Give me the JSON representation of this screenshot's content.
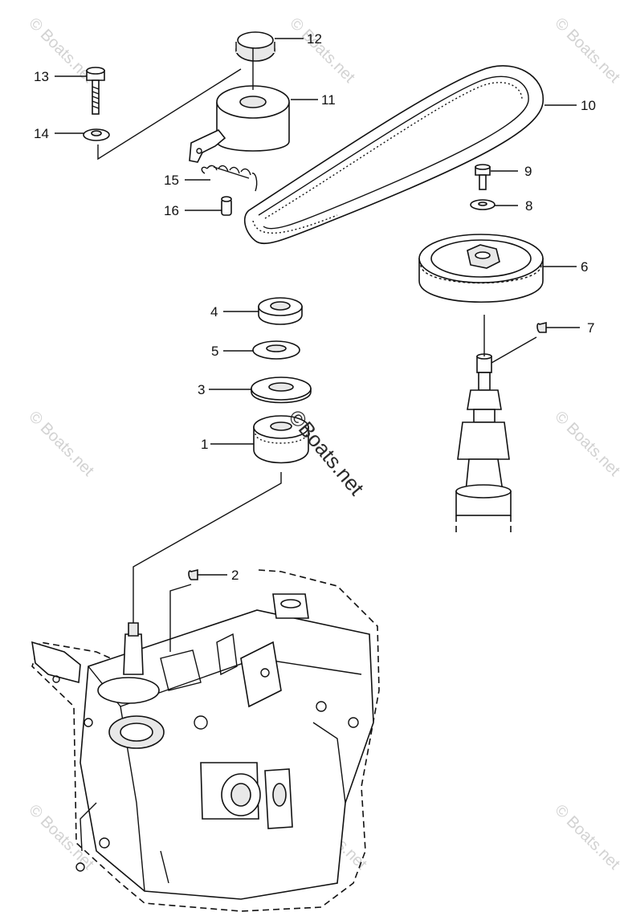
{
  "watermark": {
    "text": "© Boats.net",
    "center_text": "©Boats.net"
  },
  "callouts": [
    {
      "id": "1",
      "label": "1"
    },
    {
      "id": "2",
      "label": "2"
    },
    {
      "id": "3",
      "label": "3"
    },
    {
      "id": "4",
      "label": "4"
    },
    {
      "id": "5",
      "label": "5"
    },
    {
      "id": "6",
      "label": "6"
    },
    {
      "id": "7",
      "label": "7"
    },
    {
      "id": "8",
      "label": "8"
    },
    {
      "id": "9",
      "label": "9"
    },
    {
      "id": "10",
      "label": "10"
    },
    {
      "id": "11",
      "label": "11"
    },
    {
      "id": "12",
      "label": "12"
    },
    {
      "id": "13",
      "label": "13"
    },
    {
      "id": "14",
      "label": "14"
    },
    {
      "id": "15",
      "label": "15"
    },
    {
      "id": "16",
      "label": "16"
    }
  ]
}
